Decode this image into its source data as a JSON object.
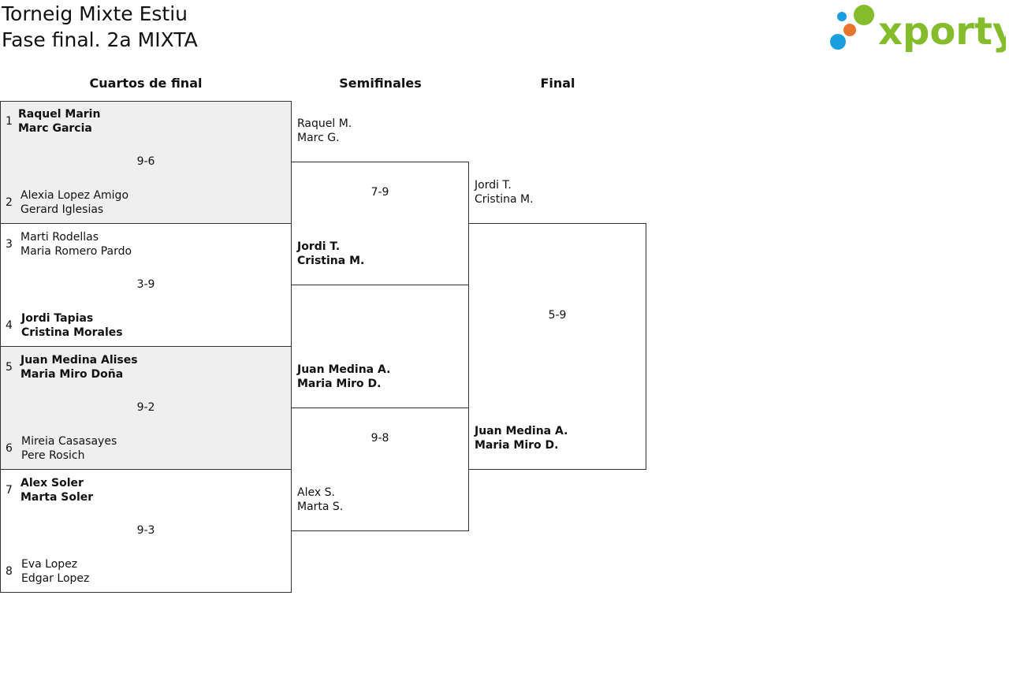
{
  "header": {
    "title_line1": "Torneig Mixte Estiu",
    "title_line2": "Fase final. 2a MIXTA",
    "logo_text": "xporty",
    "logo_colors": [
      "#1a9ee0",
      "#e9742b",
      "#84bc2c"
    ]
  },
  "rounds": {
    "quarterfinals": "Cuartos de final",
    "semifinals": "Semifinales",
    "final": "Final"
  },
  "quarterfinals": [
    {
      "score": "9-6",
      "top": {
        "seed": "1",
        "p1": "Raquel Marin",
        "p2": "Marc Garcia",
        "winner": true
      },
      "bottom": {
        "seed": "2",
        "p1": "Alexia Lopez Amigo",
        "p2": "Gerard Iglesias",
        "winner": false
      }
    },
    {
      "score": "3-9",
      "top": {
        "seed": "3",
        "p1": "Marti Rodellas",
        "p2": "Maria Romero Pardo",
        "winner": false
      },
      "bottom": {
        "seed": "4",
        "p1": "Jordi Tapias",
        "p2": "Cristina Morales",
        "winner": true
      }
    },
    {
      "score": "9-2",
      "top": {
        "seed": "5",
        "p1": "Juan Medina Alises",
        "p2": "Maria Miro Doña",
        "winner": true
      },
      "bottom": {
        "seed": "6",
        "p1": "Mireia Casasayes",
        "p2": "Pere Rosich",
        "winner": false
      }
    },
    {
      "score": "9-3",
      "top": {
        "seed": "7",
        "p1": "Alex Soler",
        "p2": "Marta Soler",
        "winner": true
      },
      "bottom": {
        "seed": "8",
        "p1": "Eva Lopez",
        "p2": "Edgar Lopez",
        "winner": false
      }
    }
  ],
  "semifinals": [
    {
      "score": "7-9",
      "top": {
        "p1": "Raquel M.",
        "p2": "Marc G.",
        "winner": false
      },
      "bottom": {
        "p1": "Jordi T.",
        "p2": "Cristina M.",
        "winner": true
      }
    },
    {
      "score": "9-8",
      "top": {
        "p1": "Juan Medina A.",
        "p2": "Maria Miro D.",
        "winner": true
      },
      "bottom": {
        "p1": "Alex S.",
        "p2": "Marta S.",
        "winner": false
      }
    }
  ],
  "final": {
    "score": "5-9",
    "top": {
      "p1": "Jordi T.",
      "p2": "Cristina M.",
      "winner": false
    },
    "bottom": {
      "p1": "Juan Medina A.",
      "p2": "Maria Miro D.",
      "winner": true
    }
  }
}
